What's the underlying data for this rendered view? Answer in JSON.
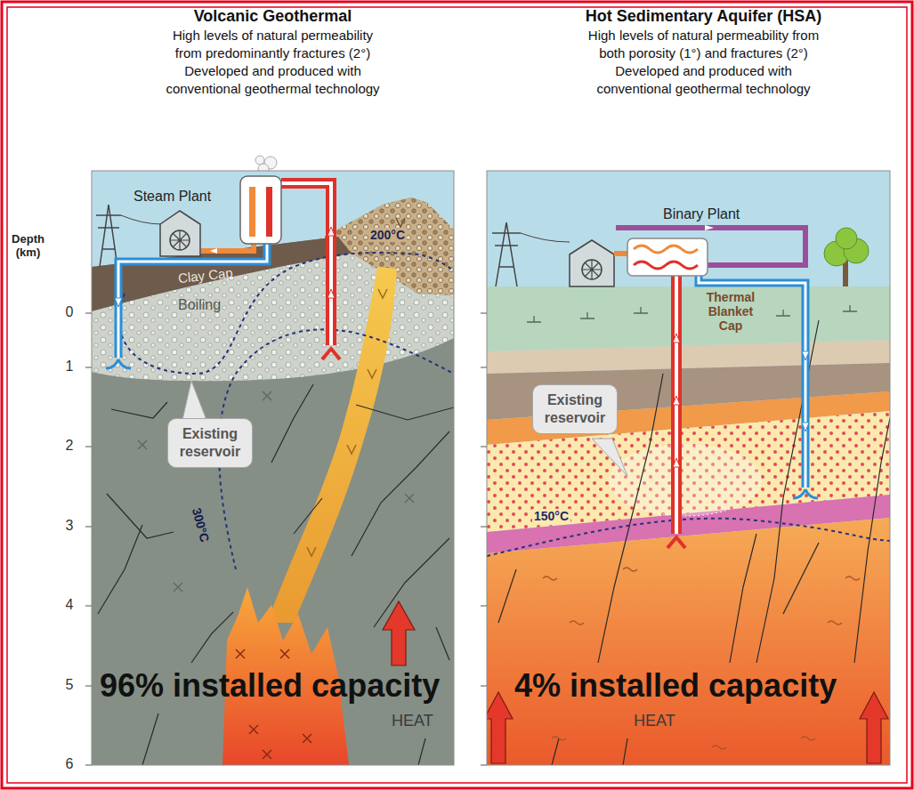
{
  "diagram": {
    "nodes": [
      {
        "text": [
          "Volcanic Geothermal",
          "High levels of natural permeability from predominantly fractures (2°)",
          "Developed and produced with conventional geothermal technology"
        ]
      },
      {
        "text": [
          "Hot Sedimentary Aquifer (HSA)",
          "High levels of natural permeability from both porosity (1°) and fractures (2°)",
          "Developed and produced with conventional geothermal technology"
        ]
      },
      {
        "text": [
          "Existing reservoir"
        ],
        "in": 0
      },
      {
        "text": [
          "Existing reservoir"
        ],
        "in": 1
      }
    ],
    "labels": [
      "Steam Plant",
      "Depth (km)",
      "0",
      "1",
      "2",
      "3",
      "4",
      "5",
      "6",
      "Clay Cap",
      "Boiling",
      "200°C",
      "300°C",
      "96% installed capacity",
      "HEAT",
      "Binary Plant",
      "Thermal Blanket Cap",
      "150°C",
      "4% installed capacity",
      "HEAT"
    ]
  }
}
